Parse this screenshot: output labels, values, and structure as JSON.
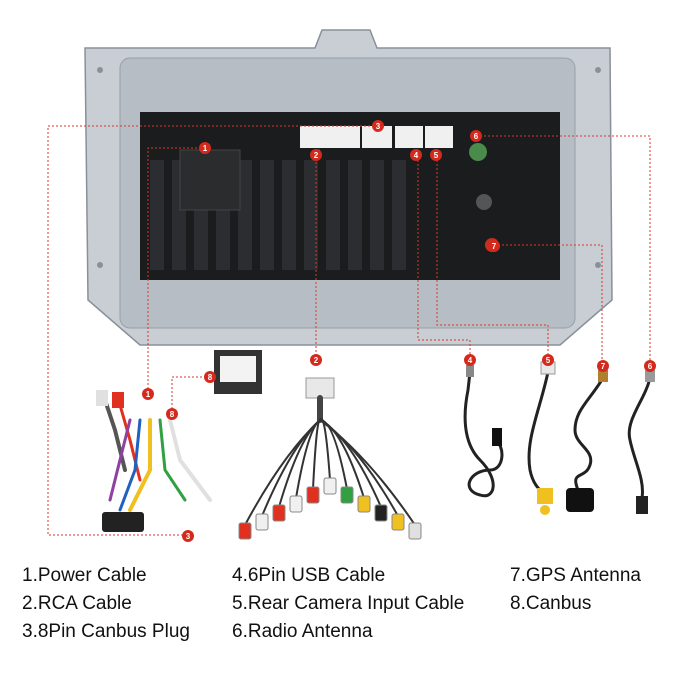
{
  "legend": [
    {
      "number": "1",
      "label": "1.Power Cable"
    },
    {
      "number": "2",
      "label": "2.RCA Cable"
    },
    {
      "number": "3",
      "label": "3.8Pin Canbus Plug"
    },
    {
      "number": "4",
      "label": "4.6Pin USB Cable"
    },
    {
      "number": "5",
      "label": "5.Rear Camera Input Cable"
    },
    {
      "number": "6",
      "label": "6.Radio Antenna"
    },
    {
      "number": "7",
      "label": "7.GPS Antenna"
    },
    {
      "number": "8",
      "label": "8.Canbus"
    }
  ],
  "colors": {
    "marker": "#d42a1e",
    "leader_line": "#d43a2a",
    "chassis": "#c9ced4",
    "back_panel": "#1b1c1e"
  },
  "icons": [
    "head-unit-chassis",
    "power-harness",
    "rca-harness",
    "usb-cable",
    "rear-camera-cable",
    "gps-antenna",
    "radio-antenna",
    "canbus-box"
  ]
}
